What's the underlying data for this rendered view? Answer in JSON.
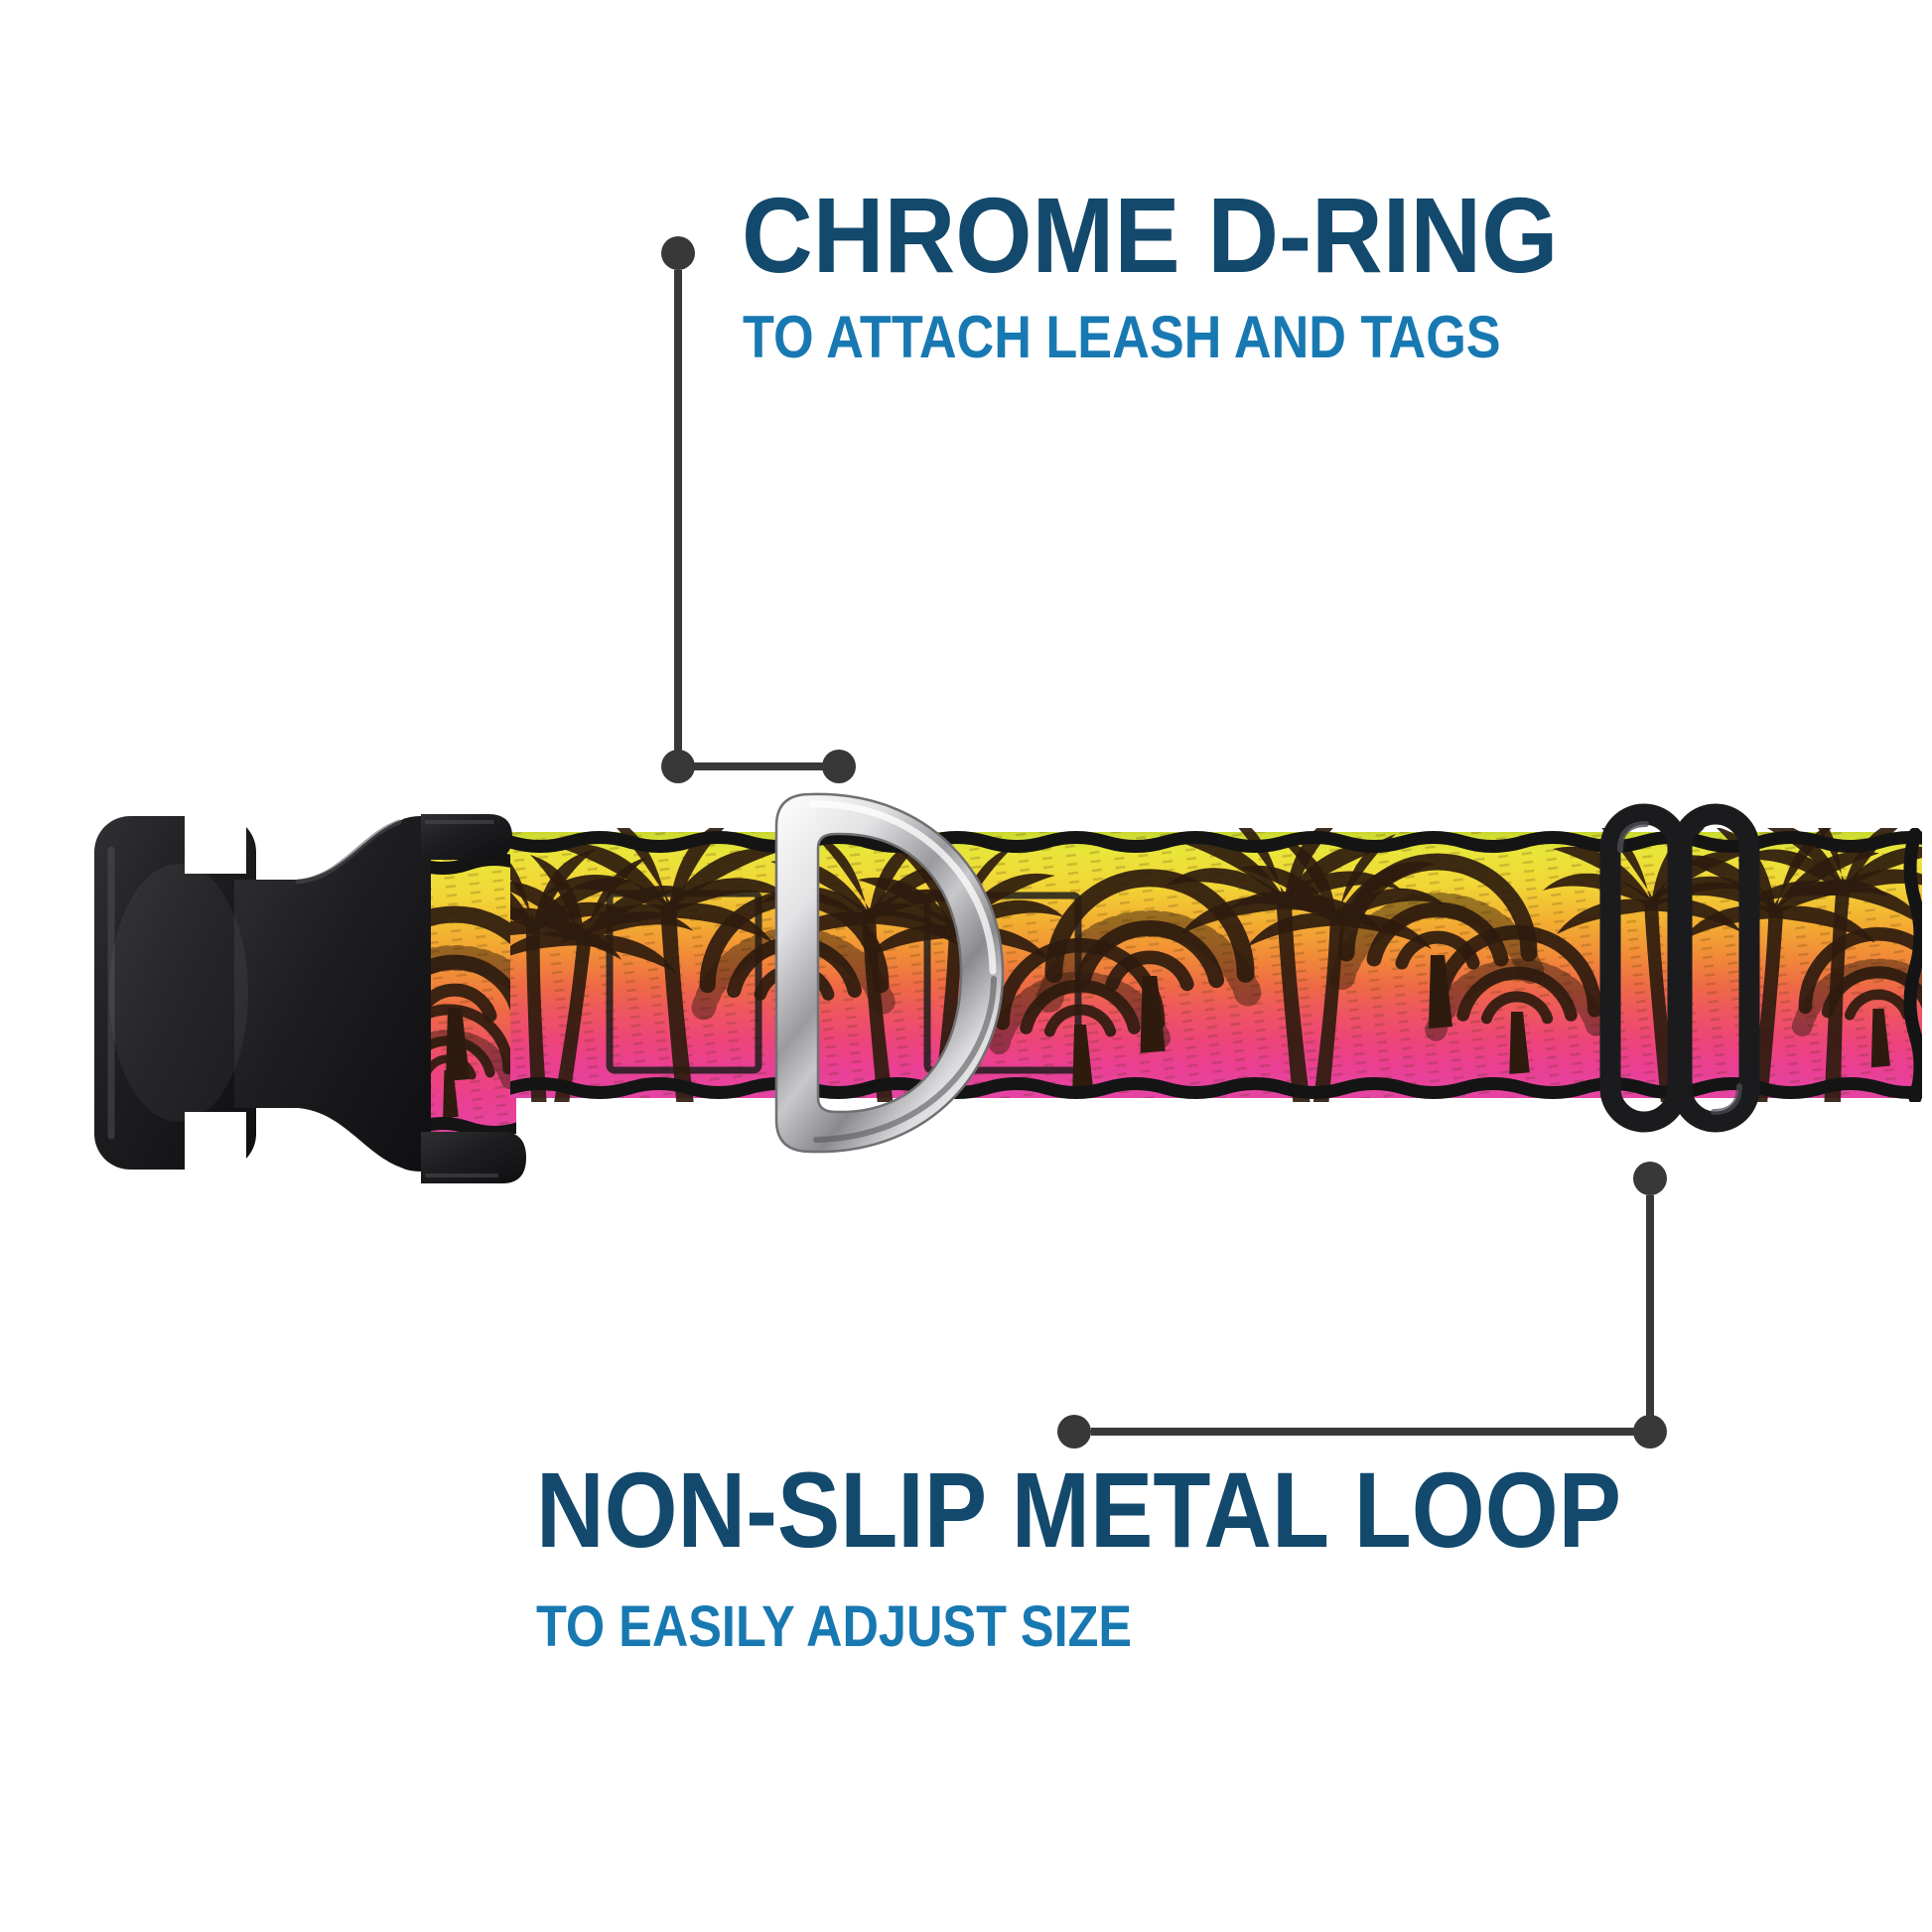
{
  "page": {
    "background": "#ffffff"
  },
  "annotations": {
    "top": {
      "title": "CHROME D-RING",
      "subtitle": "TO ATTACH LEASH AND TAGS"
    },
    "bottom": {
      "title": "NON-SLIP METAL LOOP",
      "subtitle": "TO EASILY ADJUST SIZE"
    }
  },
  "colors": {
    "pagebg": "#ffffff",
    "navy": "#13496c",
    "blue": "#1879b2",
    "callout": "#383838",
    "buckle": "#1d1d1f",
    "slider": "#1b1b1e",
    "palm": "#2e1b0e",
    "web0": "#c9d931",
    "web1": "#e9e63a",
    "web2": "#f2d636",
    "web3": "#f3ae31",
    "web4": "#f18a38",
    "web5": "#ee6a46",
    "web6": "#ee5560",
    "web7": "#ed4579",
    "web8": "#ea3f92",
    "web9": "#e545a5"
  },
  "collar_parts": [
    {
      "name": "side-release-buckle"
    },
    {
      "name": "chrome-d-ring"
    },
    {
      "name": "non-slip-metal-loop"
    },
    {
      "name": "sunset-palm-tree-webbing"
    }
  ]
}
